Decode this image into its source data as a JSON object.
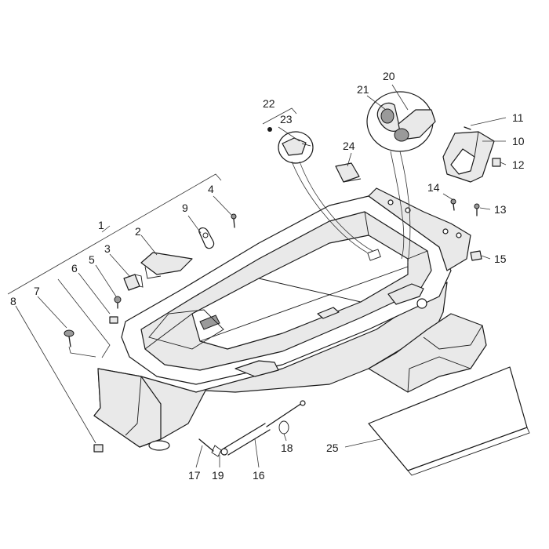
{
  "callouts": [
    {
      "id": "1",
      "text": "1"
    },
    {
      "id": "2",
      "text": "2"
    },
    {
      "id": "3",
      "text": "3"
    },
    {
      "id": "4",
      "text": "4"
    },
    {
      "id": "5",
      "text": "5"
    },
    {
      "id": "6",
      "text": "6"
    },
    {
      "id": "7",
      "text": "7"
    },
    {
      "id": "8",
      "text": "8"
    },
    {
      "id": "9",
      "text": "9"
    },
    {
      "id": "10",
      "text": "10"
    },
    {
      "id": "11",
      "text": "11"
    },
    {
      "id": "12",
      "text": "12"
    },
    {
      "id": "13",
      "text": "13"
    },
    {
      "id": "14",
      "text": "14"
    },
    {
      "id": "15",
      "text": "15"
    },
    {
      "id": "16",
      "text": "16"
    },
    {
      "id": "17",
      "text": "17"
    },
    {
      "id": "18",
      "text": "18"
    },
    {
      "id": "19",
      "text": "19"
    },
    {
      "id": "20",
      "text": "20"
    },
    {
      "id": "21",
      "text": "21"
    },
    {
      "id": "22",
      "text": "22"
    },
    {
      "id": "23",
      "text": "23"
    },
    {
      "id": "24",
      "text": "24"
    },
    {
      "id": "25",
      "text": "25"
    }
  ]
}
